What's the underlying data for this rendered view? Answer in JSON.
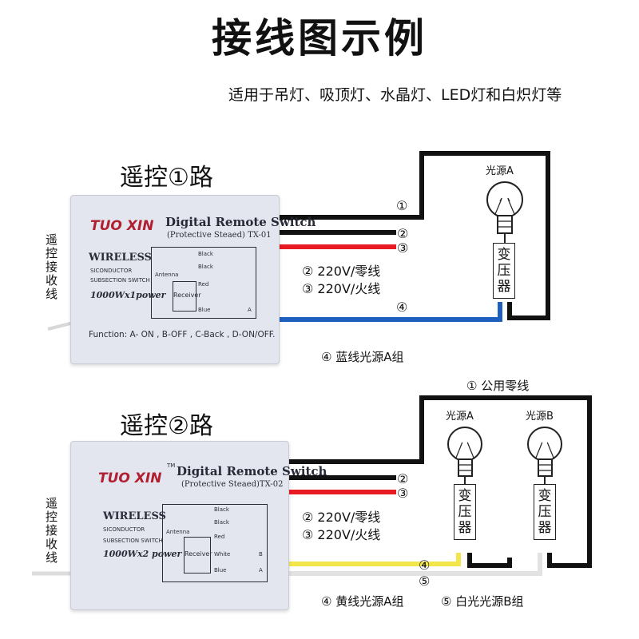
{
  "title": "接线图示例",
  "subtitle": "适用于吊灯、吸顶灯、水晶灯、LED灯和白炽灯等",
  "section1": {
    "title": "遥控①路",
    "side_label": [
      "遥",
      "控",
      "接",
      "收",
      "线"
    ],
    "module": {
      "brand": "TUO XIN",
      "name": "Digital Remote Switch",
      "model": "(Protective Steaed) TX-01",
      "wireless": "WIRELESS",
      "line1": "SICONDUCTOR",
      "line2": "SUBSECTION SWITCH",
      "power": "1000Wx1power",
      "function": "Function: A- ON  , B-OFF , C-Back , D-ON/OFF.",
      "antenna": "Antenna",
      "receiver": "Receiver",
      "wires": [
        "Black",
        "Black",
        "Red",
        "Blue"
      ],
      "channel": "A"
    },
    "wire_nums": [
      "①",
      "②",
      "③",
      "④"
    ],
    "wire_desc_2": "② 220V/零线",
    "wire_desc_3": "③ 220V/火线",
    "note": "④ 蓝线光源A组",
    "lamp_a": "光源A",
    "transformer": [
      "变",
      "压",
      "器"
    ]
  },
  "section2": {
    "title": "遥控②路",
    "side_label": [
      "遥",
      "控",
      "接",
      "收",
      "线"
    ],
    "module": {
      "brand": "TUO XIN",
      "tm": "TM",
      "name": "Digital Remote Switch",
      "model": "(Protective Steaed)TX-02",
      "wireless": "WIRELESS",
      "line1": "SICONDUCTOR",
      "line2": "SUBSECTION SWITCH",
      "power": "1000Wx2 power",
      "antenna": "Antenna",
      "receiver": "Receiver",
      "wires": [
        "Black",
        "Black",
        "Red",
        "White",
        "Blue"
      ],
      "channels": [
        "B",
        "A"
      ]
    },
    "common_neutral": "① 公用零线",
    "wire_nums": [
      "②",
      "③",
      "④",
      "⑤"
    ],
    "wire_desc_2": "② 220V/零线",
    "wire_desc_3": "③ 220V/火线",
    "note_4": "④ 黄线光源A组",
    "note_5": "⑤ 白光光源B组",
    "lamp_a": "光源A",
    "lamp_b": "光源B",
    "transformer": [
      "变",
      "压",
      "器"
    ]
  },
  "colors": {
    "black_wire": "#111111",
    "red_wire": "#e81a24",
    "blue_wire": "#1f5fbf",
    "yellow_wire": "#f3e64a",
    "white_wire": "#e6e6e6",
    "brand_red": "#b02030",
    "module_bg": "#e3e6ef"
  }
}
